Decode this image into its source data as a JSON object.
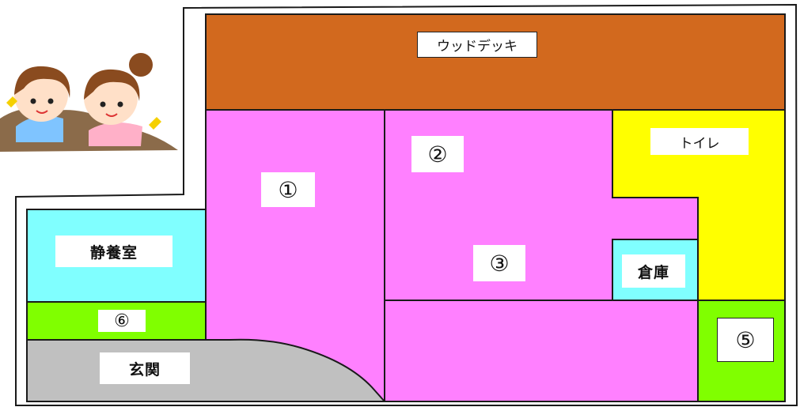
{
  "rooms": {
    "wood_deck": {
      "label": "ウッドデッキ",
      "color": "#d2691e"
    },
    "room_1": {
      "label": "①",
      "color": "#ff80ff"
    },
    "room_2": {
      "label": "②",
      "color": "#ff80ff"
    },
    "room_3": {
      "label": "③",
      "color": "#ff80ff"
    },
    "toilet": {
      "label": "トイレ",
      "color": "#ffff00"
    },
    "storage": {
      "label": "倉庫",
      "color": "#80ffff"
    },
    "quiet_room": {
      "label": "静養室",
      "color": "#80ffff"
    },
    "room_6": {
      "label": "⑥",
      "color": "#80ff00"
    },
    "room_5": {
      "label": "⑤",
      "color": "#80ff00"
    },
    "entrance": {
      "label": "玄関",
      "color": "#c0c0c0"
    }
  },
  "illustration": {
    "name": "children-playing-in-sand"
  }
}
